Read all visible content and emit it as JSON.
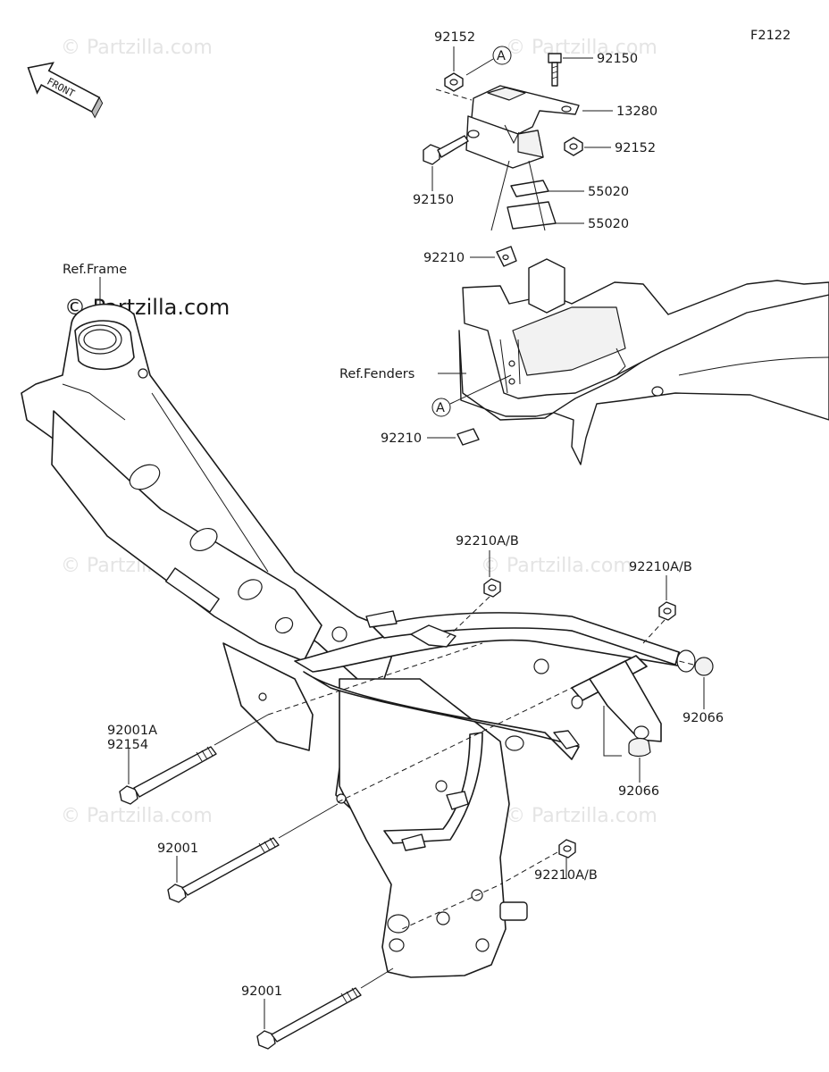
{
  "figure_code": "F2122",
  "front_arrow": "FRONT",
  "watermark": "© Partzilla.com",
  "callout_ref": "A",
  "labels": {
    "n92152_top": "92152",
    "n92150_top": "92150",
    "n13280": "13280",
    "n92152_right": "92152",
    "n92150_left": "92150",
    "n55020_a": "55020",
    "n55020_b": "55020",
    "n92210_top": "92210",
    "ref_frame": "Ref.Frame",
    "ref_fenders": "Ref.Fenders",
    "n92210_bottom": "92210",
    "n92210ab_1": "92210A/B",
    "n92210ab_2": "92210A/B",
    "n92066_1": "92066",
    "n92066_2": "92066",
    "n92001a": "92001A",
    "n92154": "92154",
    "n92001_1": "92001",
    "n92210ab_3": "92210A/B",
    "n92001_2": "92001"
  }
}
